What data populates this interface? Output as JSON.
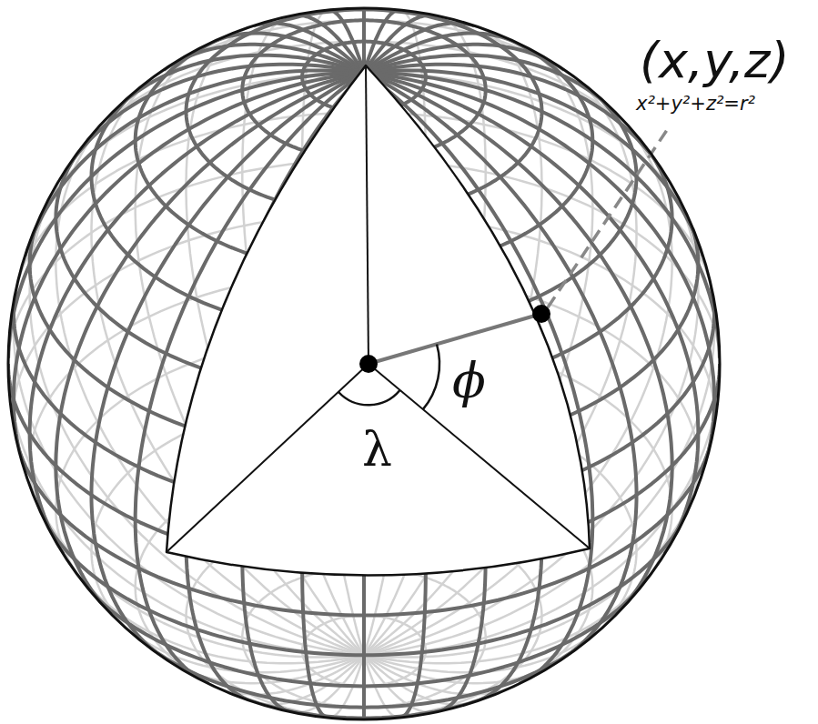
{
  "diagram": {
    "labels": [
      "(x,y,z)",
      "x²+y²+z²=r²",
      "ϕ",
      "λ"
    ]
  }
}
